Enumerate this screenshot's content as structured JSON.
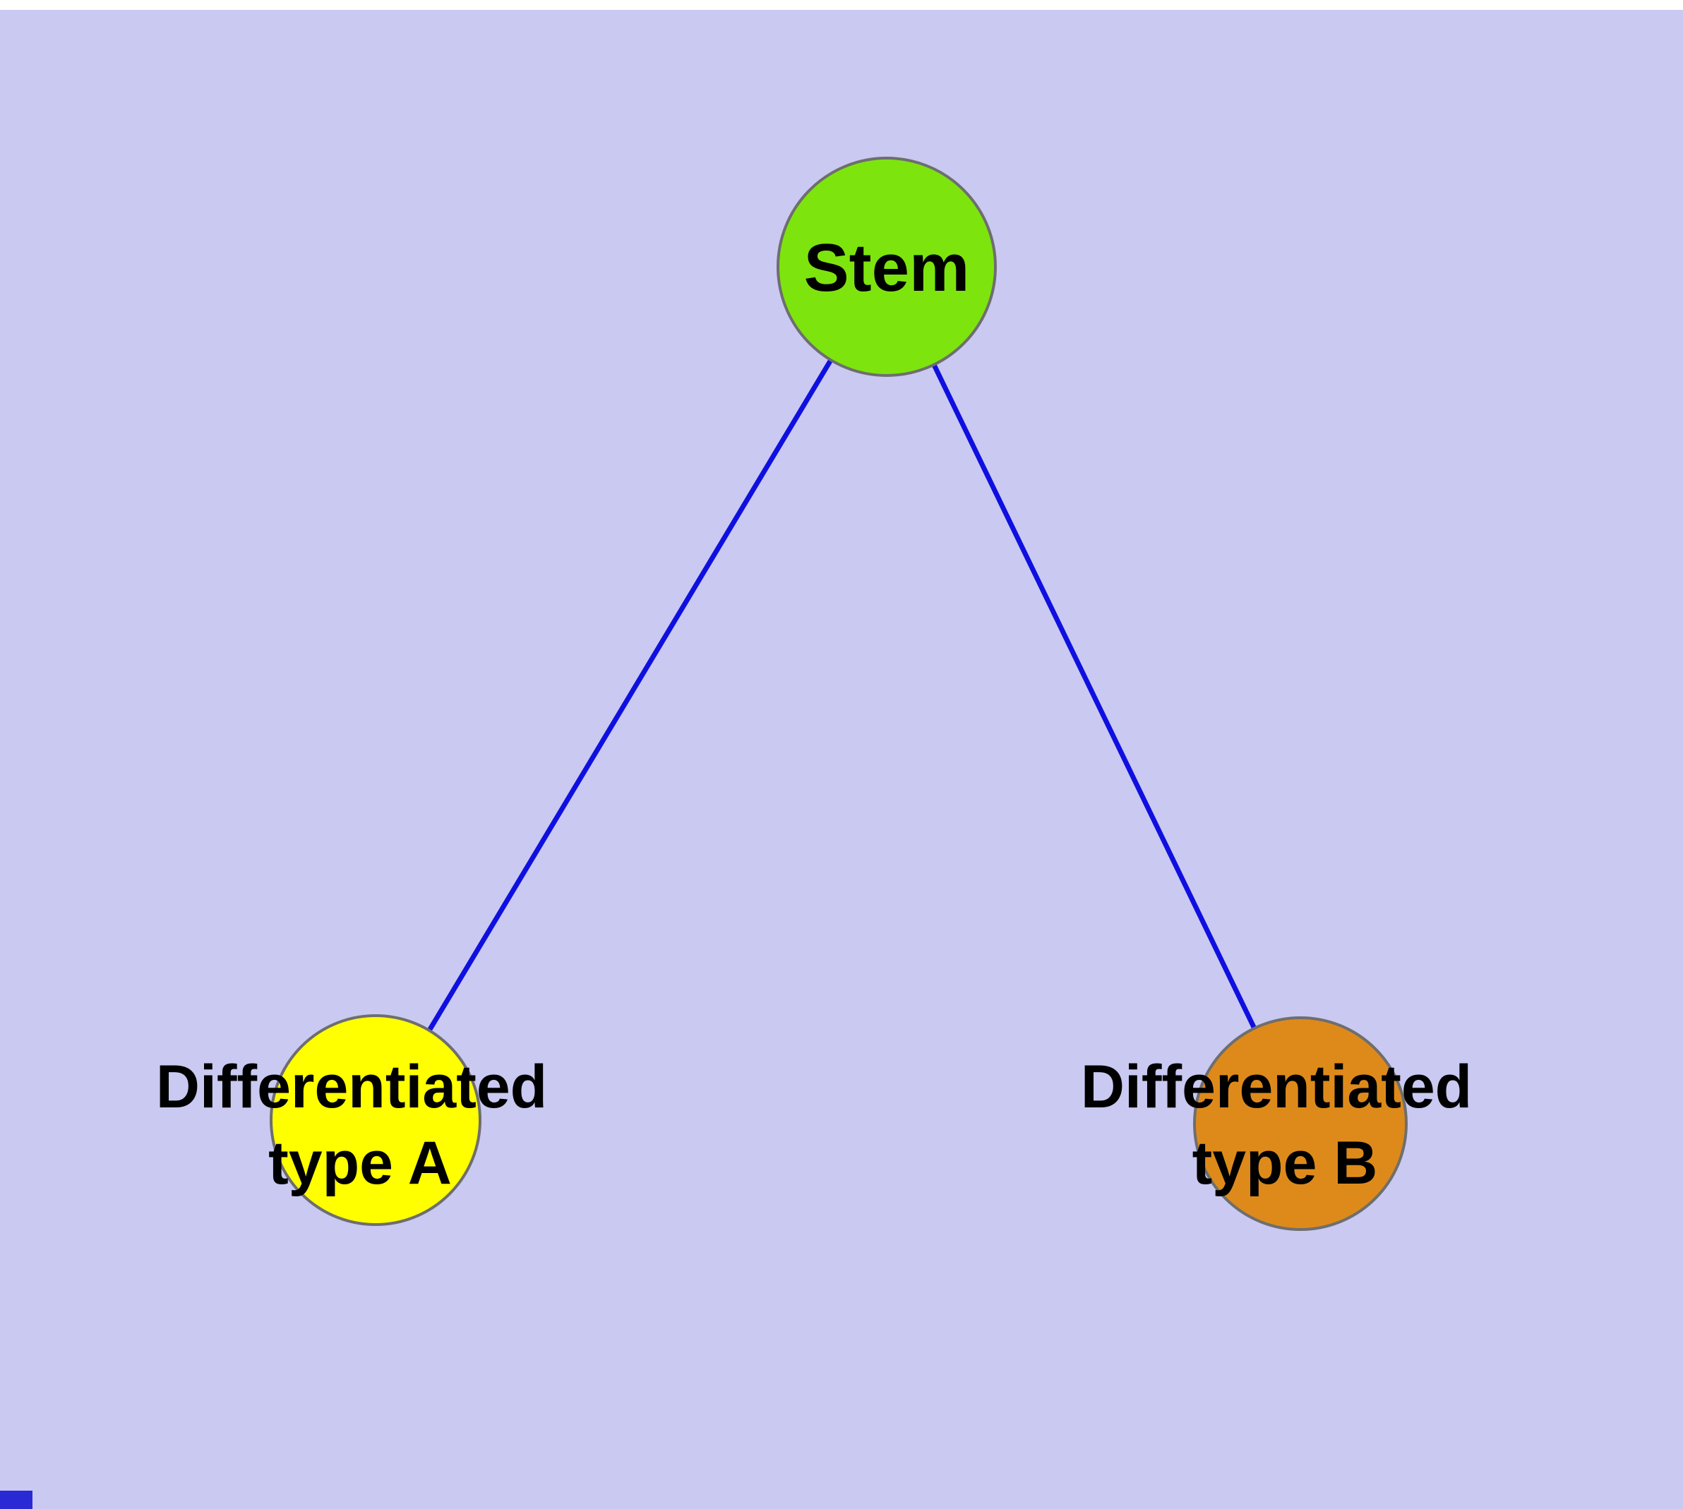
{
  "figure": {
    "background_color": "#c9c9f2",
    "top_strip_color": "#ffffff"
  },
  "diagram": {
    "type": "node-link-graph",
    "description": "Cell differentiation graph: Stem node linked to two differentiated cell type nodes",
    "edge_color": "#0f0fe0",
    "node_stroke_color": "#6e6e6e",
    "label_color": "#000000",
    "nodes": [
      {
        "id": "stem",
        "label_lines": [
          "Stem"
        ],
        "fill": "#7de50d"
      },
      {
        "id": "differentiated-a",
        "label_lines": [
          "Differentiated",
          "type A"
        ],
        "fill": "#ffff00"
      },
      {
        "id": "differentiated-b",
        "label_lines": [
          "Differentiated",
          "type B"
        ],
        "fill": "#de8a1b"
      }
    ],
    "edges": [
      {
        "from": "stem",
        "to": "differentiated-a"
      },
      {
        "from": "stem",
        "to": "differentiated-b"
      }
    ],
    "corner_mark_color": "#2a2ad4"
  }
}
